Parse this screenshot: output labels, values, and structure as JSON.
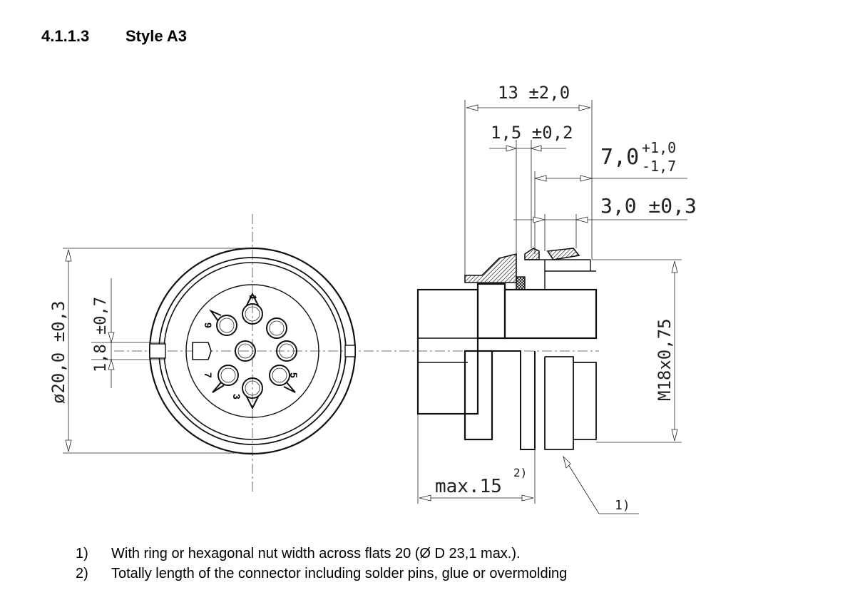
{
  "heading": {
    "number": "4.1.1.3",
    "title": "Style A3"
  },
  "dimensions": {
    "overall_length": "13 ±2,0",
    "shoulder": "1,5 ±0,2",
    "thread_length_base": "7,0",
    "thread_length_upper": "+1,0",
    "thread_length_lower": "-1,7",
    "nut_width": "3,0 ±0,3",
    "thread": "M18x0,75",
    "max_length": "max.15",
    "max_length_ref": "2)",
    "callout_ref": "1)",
    "diameter": "ø20,0 ±0,3",
    "key_width": "1,8 ±0,7"
  },
  "pins": [
    "1",
    "9",
    "7",
    "3",
    "5"
  ],
  "notes": [
    {
      "marker": "1)",
      "text": "With ring or hexagonal nut width across flats 20 (Ø D 23,1 max.)."
    },
    {
      "marker": "2)",
      "text": "Totally length of the connector including solder pins, glue or overmolding"
    }
  ]
}
